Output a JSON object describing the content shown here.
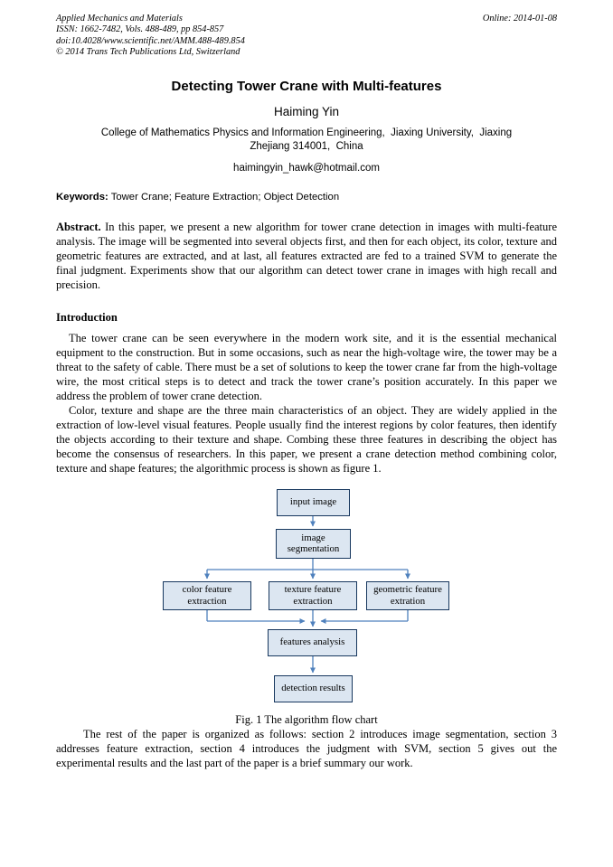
{
  "header": {
    "journal": "Applied Mechanics and Materials",
    "issn_line": "ISSN: 1662-7482, Vols. 488-489, pp 854-857",
    "doi_line": "doi:10.4028/www.scientific.net/AMM.488-489.854",
    "copyright_line": "© 2014 Trans Tech Publications Ltd, Switzerland",
    "online_date": "Online: 2014-01-08"
  },
  "title": "Detecting Tower Crane with Multi-features",
  "author": "Haiming Yin",
  "affiliation": {
    "line1": "College of Mathematics Physics and Information Engineering,  Jiaxing University,  Jiaxing",
    "line2": "Zhejiang 314001,  China"
  },
  "email": "haimingyin_hawk@hotmail.com",
  "keywords": {
    "label": "Keywords:",
    "text": " Tower Crane; Feature Extraction; Object Detection"
  },
  "abstract": {
    "label": "Abstract.",
    "text": " In this paper, we present a new algorithm for tower crane detection in images with multi-feature analysis. The image will be segmented into several objects first, and then for each object, its color, texture and geometric features are extracted, and at last, all features extracted are fed to a trained SVM to generate the final judgment. Experiments show that our algorithm can detect tower crane in images with high recall and precision."
  },
  "introduction": {
    "heading": "Introduction",
    "para1": "The tower crane can be seen everywhere in the modern work site, and it is the essential mechanical equipment to the construction. But in some occasions, such as near the high-voltage wire, the tower may be a threat to the safety of cable. There must be a set of solutions to keep the tower crane far from the high-voltage wire, the most critical steps is to detect and track the tower crane’s position accurately. In this paper we address the problem of tower crane detection.",
    "para2": "Color, texture and shape are the three main characteristics of an object. They are widely applied in the extraction of low-level visual features. People usually find the interest regions by color features, then identify the objects according to their texture and shape. Combing these three features in describing the object has become the consensus of researchers. In this paper, we present a crane detection method combining color, texture and shape features; the algorithmic process is shown as figure 1."
  },
  "figure": {
    "caption": "Fig. 1 The algorithm flow chart",
    "nodes": {
      "input": "input image",
      "segmentation": "image segmentation",
      "color": "color feature extraction",
      "texture": "texture feature extraction",
      "geometric": "geometric feature extration",
      "analysis": "features analysis",
      "results": "detection results"
    }
  },
  "closing_para": "The rest of the paper is organized as follows: section 2 introduces image segmentation, section 3 addresses feature extraction, section 4 introduces the judgment with SVM, section 5 gives out the experimental results and the last part of the paper is a brief summary our work.",
  "colors": {
    "box_fill": "#dce6f1",
    "box_border": "#17375e",
    "arrow": "#4f81bd"
  }
}
